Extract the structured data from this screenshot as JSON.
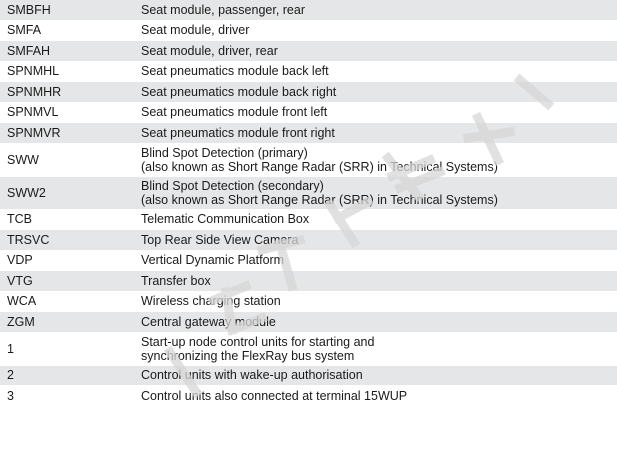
{
  "rows": [
    {
      "code": "SMBFH",
      "desc": "Seat module, passenger, rear"
    },
    {
      "code": "SMFA",
      "desc": "Seat module, driver"
    },
    {
      "code": "SMFAH",
      "desc": "Seat module, driver, rear"
    },
    {
      "code": "SPNMHL",
      "desc": "Seat pneumatics module back left"
    },
    {
      "code": "SPNMHR",
      "desc": "Seat pneumatics module back right"
    },
    {
      "code": "SPNMVL",
      "desc": "Seat pneumatics module front left"
    },
    {
      "code": "SPNMVR",
      "desc": "Seat pneumatics module front right"
    },
    {
      "code": "SWW",
      "desc": "Blind Spot Detection (primary)",
      "desc2": "(also known as Short Range Radar (SRR) in Technical Systems)"
    },
    {
      "code": "SWW2",
      "desc": "Blind Spot Detection (secondary)",
      "desc2": "(also known as Short Range Radar (SRR) in Technical Systems)"
    },
    {
      "code": "TCB",
      "desc": "Telematic Communication Box"
    },
    {
      "code": "TRSVC",
      "desc": "Top Rear Side View Camera"
    },
    {
      "code": "VDP",
      "desc": "Vertical Dynamic Platform"
    },
    {
      "code": "VTG",
      "desc": "Transfer box"
    },
    {
      "code": "WCA",
      "desc": "Wireless charging station"
    },
    {
      "code": "ZGM",
      "desc": "Central gateway module"
    },
    {
      "code": "1",
      "desc": "Start-up node control units for starting and",
      "desc2": "synchronizing the FlexRay bus system"
    },
    {
      "code": "2",
      "desc": "Control units with wake-up authorisation"
    },
    {
      "code": "3",
      "desc": "Control units also connected at terminal 15WUP"
    }
  ],
  "colors": {
    "row_shade": "#e5e6e7",
    "row_plain": "#ffffff",
    "text": "#1a1a1a",
    "watermark": "#d7d7d7"
  }
}
